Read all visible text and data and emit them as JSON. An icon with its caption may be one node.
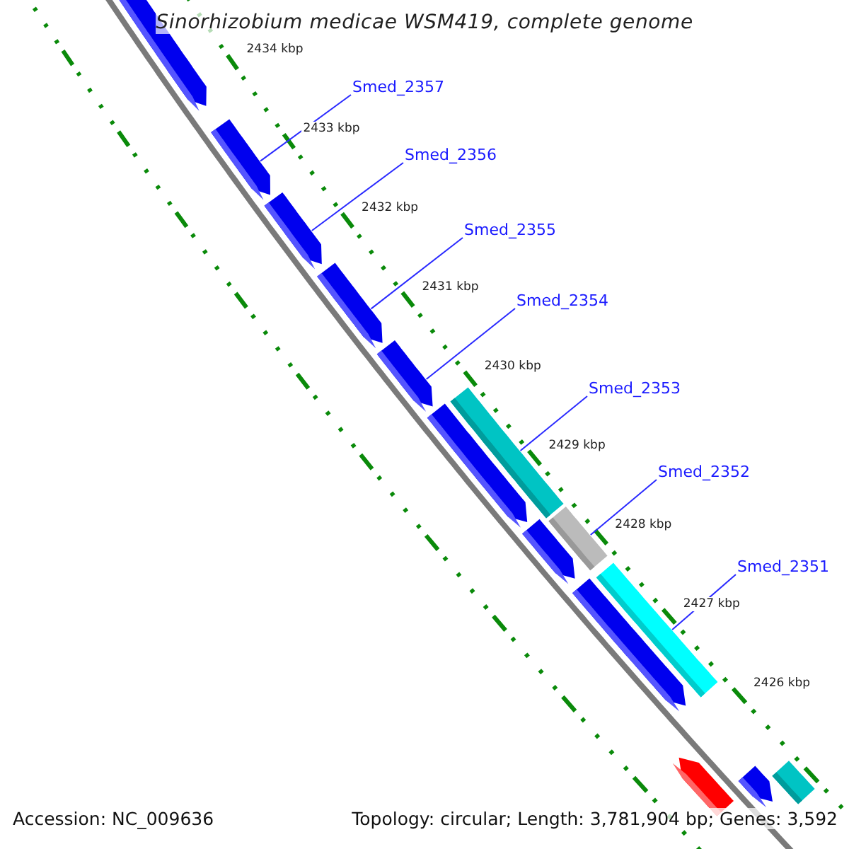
{
  "diagram": {
    "title": "Sinorhizobium medicae WSM419, complete genome",
    "nodes": [
      {
        "text": [
          "Smed_2357"
        ]
      },
      {
        "text": [
          "Smed_2356"
        ]
      },
      {
        "text": [
          "Smed_2355"
        ]
      },
      {
        "text": [
          "Smed_2354"
        ]
      },
      {
        "text": [
          "Smed_2353"
        ]
      },
      {
        "text": [
          "Smed_2352"
        ]
      },
      {
        "text": [
          "Smed_2351"
        ]
      },
      {
        "text": [],
        "shape": "arrow"
      },
      {
        "text": [],
        "shape": "arrow"
      },
      {
        "text": [],
        "shape": "arrow"
      },
      {
        "text": [],
        "shape": "arrow"
      },
      {
        "text": [],
        "shape": "arrow"
      },
      {
        "text": [],
        "shape": "arrow"
      },
      {
        "text": [],
        "shape": "bar"
      },
      {
        "text": [],
        "shape": "arrow"
      },
      {
        "text": [],
        "shape": "bar"
      },
      {
        "text": [],
        "shape": "arrow"
      },
      {
        "text": [],
        "shape": "bar"
      },
      {
        "text": [],
        "shape": "arrow"
      },
      {
        "text": [],
        "shape": "arrow"
      },
      {
        "text": [],
        "shape": "bar"
      }
    ],
    "edges": [
      {
        "from": 0,
        "to": 8,
        "arrow": "none"
      },
      {
        "from": 1,
        "to": 9,
        "arrow": "none"
      },
      {
        "from": 2,
        "to": 10,
        "arrow": "none"
      },
      {
        "from": 3,
        "to": 11,
        "arrow": "none"
      },
      {
        "from": 4,
        "to": 13,
        "arrow": "none"
      },
      {
        "from": 5,
        "to": 15,
        "arrow": "none"
      },
      {
        "from": 6,
        "to": 17,
        "arrow": "none"
      }
    ],
    "labels": [
      "2434 kbp",
      "2433 kbp",
      "2432 kbp",
      "2431 kbp",
      "2430 kbp",
      "2429 kbp",
      "2428 kbp",
      "2427 kbp",
      "2426 kbp",
      "Accession: NC_009636",
      "Topology: circular; Length: 3,781,904 bp; Genes: 3,592"
    ]
  }
}
